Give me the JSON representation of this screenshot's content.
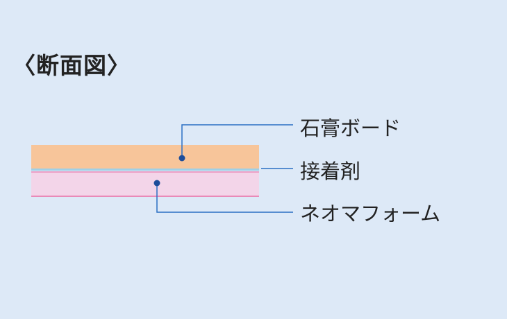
{
  "title": "〈断面図〉",
  "layers": [
    {
      "label": "石膏ボード",
      "color": "#f7c59a"
    },
    {
      "label": "接着剤",
      "color": "#9fd0e6"
    },
    {
      "label": "ネオマフォーム",
      "color": "#f3d5e9",
      "edge_color": "#e98ab8"
    }
  ],
  "colors": {
    "background": "#dde9f7",
    "leader_line": "#2a6fc4",
    "dot": "#1d4d9a"
  }
}
